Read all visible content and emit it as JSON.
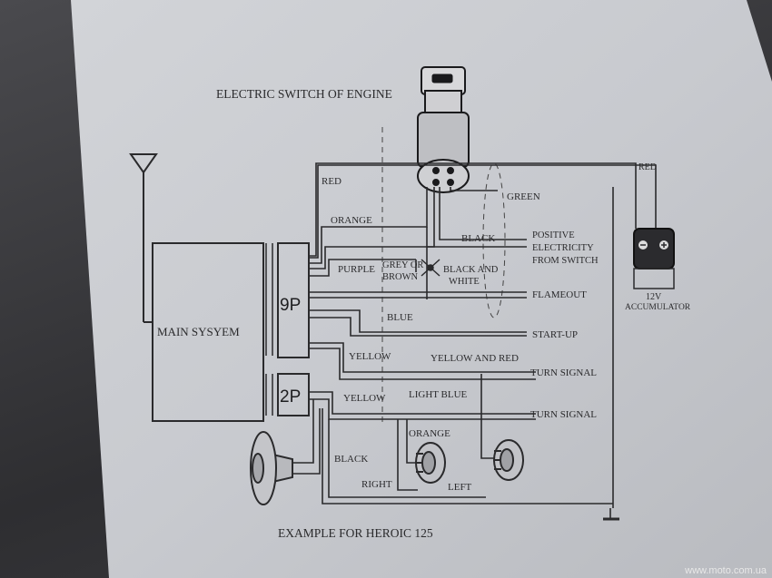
{
  "title": "ELECTRIC SWITCH OF ENGINE",
  "caption": "EXAMPLE FOR  HEROIC 125",
  "watermark": "www.moto.com.ua",
  "blocks": {
    "main": "MAIN SYSYEM",
    "connector_9p": "9P",
    "connector_2p": "2P",
    "battery_voltage": "12V",
    "battery_name": "ACCUMULATOR"
  },
  "wires": {
    "red_top": "RED",
    "red_battery": "RED",
    "orange_top": "ORANGE",
    "purple": "PURPLE",
    "grey_or": "GREY OR",
    "brown": "BROWN",
    "black_and": "BLACK AND",
    "white": "WHITE",
    "black_key": "BLACK",
    "green": "GREEN",
    "blue": "BLUE",
    "yellow_1": "YELLOW",
    "yellow_and_red": "YELLOW AND RED",
    "yellow_2": "YELLOW",
    "light_blue": "LIGHT BLUE",
    "orange_bottom": "ORANGE",
    "black_bottom": "BLACK"
  },
  "outputs": {
    "positive_1": "POSITIVE",
    "positive_2": "ELECTRICITY",
    "positive_3": "FROM SWITCH",
    "flameout": "FLAMEOUT",
    "startup": "START-UP",
    "turn_signal_1": "TURN SIGNAL",
    "turn_signal_2": "TURN SIGNAL",
    "right": "RIGHT",
    "left": "LEFT"
  },
  "colors": {
    "paper": "#c9cbd0",
    "ink": "#2a2a2c",
    "background": "#38383b"
  }
}
